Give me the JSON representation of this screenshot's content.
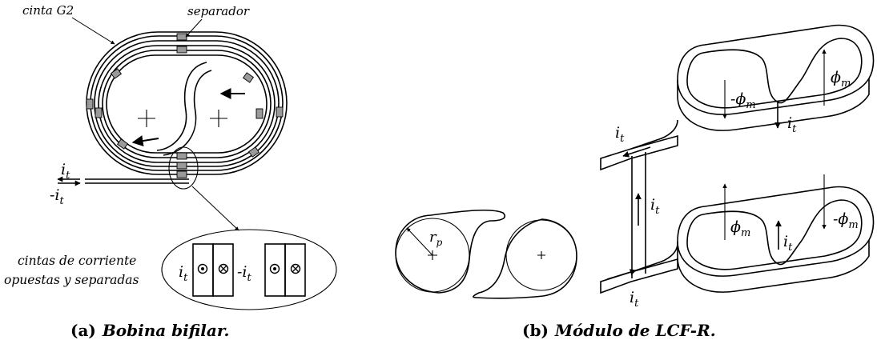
{
  "figure_a": {
    "label_tape": "cinta G2",
    "label_separator": "separador",
    "label_it": "i",
    "label_it_sub": "t",
    "label_minus_it": "-i",
    "label_minus_it_sub": "t",
    "inset_line1": "cintas de corriente",
    "inset_line2": "opuestas y separadas",
    "caption_prefix": "(a)",
    "caption_text": "Bobina bifilar."
  },
  "figure_b": {
    "label_rp": "r",
    "label_rp_sub": "p",
    "label_phi": "ϕ",
    "label_phi_sub": "m",
    "label_minus_phi": "-ϕ",
    "label_i": "i",
    "label_i_sub": "t",
    "caption_prefix": "(b)",
    "caption_text": "Módulo de LCF-R."
  }
}
